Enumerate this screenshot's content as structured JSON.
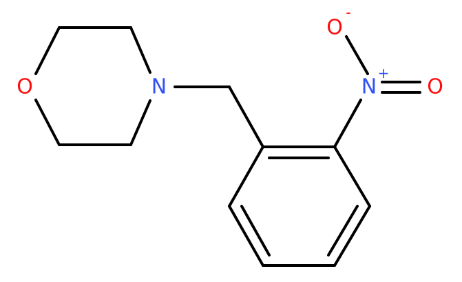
{
  "molecule": {
    "atoms": {
      "ring_oxygen": {
        "symbol": "O",
        "color": "#ff0d0d"
      },
      "ring_nitrogen": {
        "symbol": "N",
        "color": "#3050f8"
      },
      "nitro_nitrogen": {
        "symbol": "N",
        "charge": "+",
        "color": "#3050f8"
      },
      "nitro_oxygen_single": {
        "symbol": "O",
        "charge": "-",
        "color": "#ff0d0d"
      },
      "nitro_oxygen_double": {
        "symbol": "O",
        "color": "#ff0d0d"
      }
    },
    "bond_color": "#000000"
  }
}
